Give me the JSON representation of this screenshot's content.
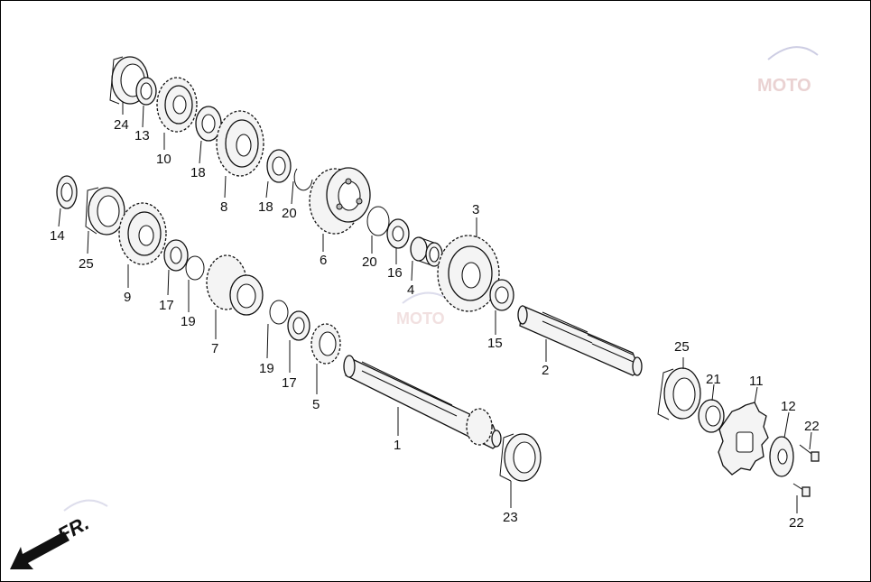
{
  "diagram": {
    "callouts": [
      {
        "id": "c24",
        "text": "24"
      },
      {
        "id": "c13",
        "text": "13"
      },
      {
        "id": "c10",
        "text": "10"
      },
      {
        "id": "c18a",
        "text": "18"
      },
      {
        "id": "c8",
        "text": "8"
      },
      {
        "id": "c18b",
        "text": "18"
      },
      {
        "id": "c20a",
        "text": "20"
      },
      {
        "id": "c6",
        "text": "6"
      },
      {
        "id": "c20b",
        "text": "20"
      },
      {
        "id": "c16",
        "text": "16"
      },
      {
        "id": "c4",
        "text": "4"
      },
      {
        "id": "c3",
        "text": "3"
      },
      {
        "id": "c15",
        "text": "15"
      },
      {
        "id": "c2",
        "text": "2"
      },
      {
        "id": "c14",
        "text": "14"
      },
      {
        "id": "c25a",
        "text": "25"
      },
      {
        "id": "c9",
        "text": "9"
      },
      {
        "id": "c17a",
        "text": "17"
      },
      {
        "id": "c19a",
        "text": "19"
      },
      {
        "id": "c7",
        "text": "7"
      },
      {
        "id": "c19b",
        "text": "19"
      },
      {
        "id": "c17b",
        "text": "17"
      },
      {
        "id": "c5",
        "text": "5"
      },
      {
        "id": "c1",
        "text": "1"
      },
      {
        "id": "c23",
        "text": "23"
      },
      {
        "id": "c25b",
        "text": "25"
      },
      {
        "id": "c21",
        "text": "21"
      },
      {
        "id": "c11",
        "text": "11"
      },
      {
        "id": "c12",
        "text": "12"
      },
      {
        "id": "c22a",
        "text": "22"
      },
      {
        "id": "c22b",
        "text": "22"
      }
    ],
    "direction_label": "FR.",
    "watermark_text": "MOTO"
  }
}
